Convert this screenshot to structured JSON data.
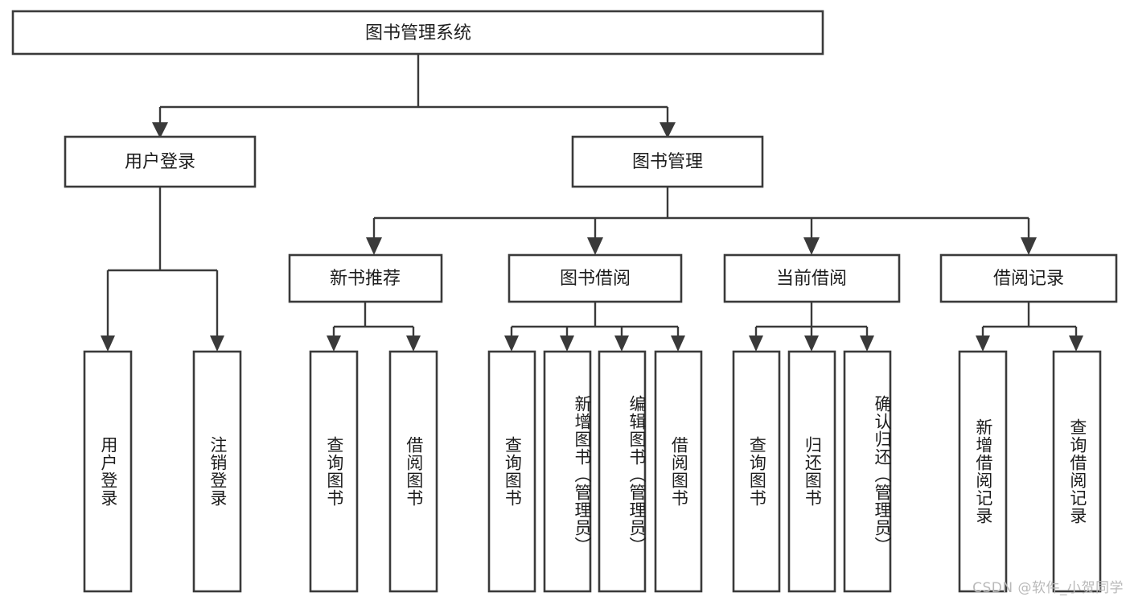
{
  "diagram": {
    "title": "图书管理系统",
    "type": "tree-hierarchy",
    "orientation": "top-down",
    "watermark": "CSDN @软件_小贺同学",
    "colors": {
      "background": "#ffffff",
      "box_fill": "#ffffff",
      "box_stroke": "#3a3a3a",
      "connector": "#3a3a3a",
      "text": "#1d1d1d",
      "watermark": "#b9b9b9"
    },
    "levels": {
      "level1": "系统根节点",
      "level2": "一级模块",
      "level3": "二级模块",
      "level4": "功能项（竖排文字）"
    }
  },
  "nodes": {
    "root": {
      "label": "图书管理系统"
    },
    "level2": [
      {
        "label": "用户登录"
      },
      {
        "label": "图书管理"
      }
    ],
    "level3": [
      {
        "label": "新书推荐"
      },
      {
        "label": "图书借阅"
      },
      {
        "label": "当前借阅"
      },
      {
        "label": "借阅记录"
      }
    ],
    "leaves": {
      "user_login": [
        {
          "label": "用户登录"
        },
        {
          "label": "注销登录"
        }
      ],
      "new_book_recommend": [
        {
          "label": "查询图书"
        },
        {
          "label": "借阅图书"
        }
      ],
      "book_borrow": [
        {
          "label": "查询图书"
        },
        {
          "label": "新增图书（管理员）"
        },
        {
          "label": "编辑图书（管理员）"
        },
        {
          "label": "借阅图书"
        }
      ],
      "current_borrow": [
        {
          "label": "查询图书"
        },
        {
          "label": "归还图书"
        },
        {
          "label": "确认归还（管理员）"
        }
      ],
      "borrow_record": [
        {
          "label": "新增借阅记录"
        },
        {
          "label": "查询借阅记录"
        }
      ]
    }
  }
}
